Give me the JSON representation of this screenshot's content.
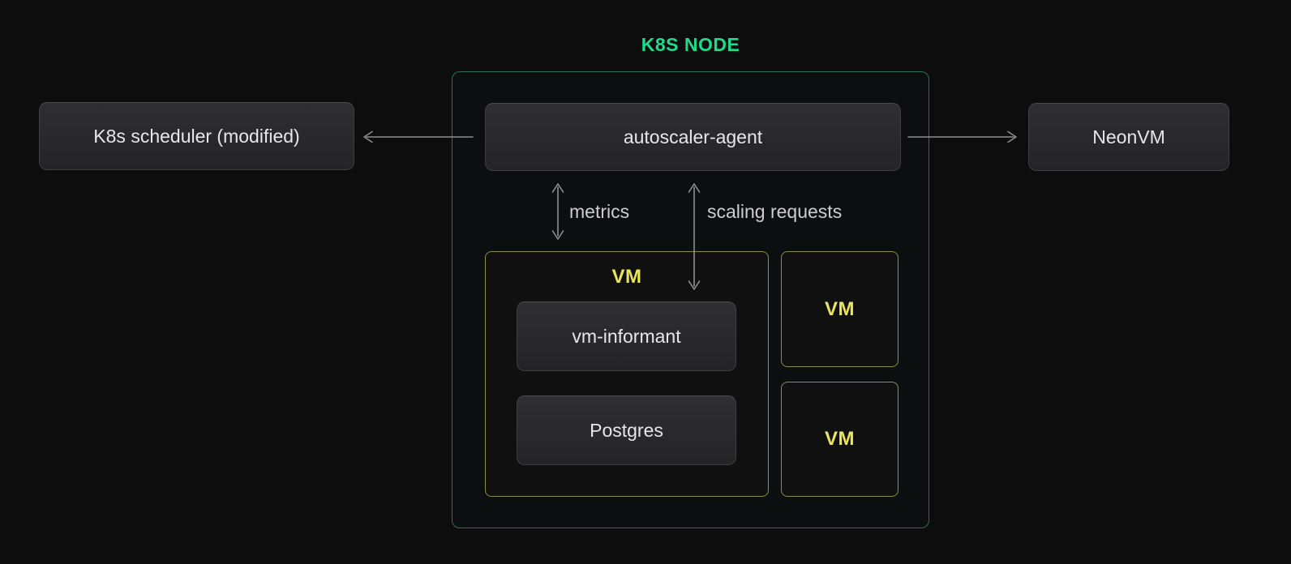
{
  "title": {
    "text": "K8S NODE"
  },
  "nodes": {
    "scheduler": {
      "label": "K8s scheduler (modified)"
    },
    "autoscaler_agent": {
      "label": "autoscaler-agent"
    },
    "neonvm": {
      "label": "NeonVM"
    },
    "vm_group": {
      "label": "VM"
    },
    "vm_informant": {
      "label": "vm-informant"
    },
    "postgres": {
      "label": "Postgres"
    },
    "vm_small_top": {
      "label": "VM"
    },
    "vm_small_bottom": {
      "label": "VM"
    }
  },
  "edge_labels": {
    "metrics": "metrics",
    "scaling_requests": "scaling requests"
  },
  "colors": {
    "bg": "#0d0d0e",
    "accent-green": "#1edc8c",
    "green-border": "#2e6e55",
    "yellow-border": "#8e8e4c",
    "yellow-text": "#eae45e",
    "gray-box-border": "#3e3e43",
    "gray-box-top": "#2f2f33",
    "gray-box-bottom": "#242428",
    "box-text": "#e7e7ea",
    "arrow": "#8e8e92",
    "edge-label-text": "#cdcdd0"
  }
}
